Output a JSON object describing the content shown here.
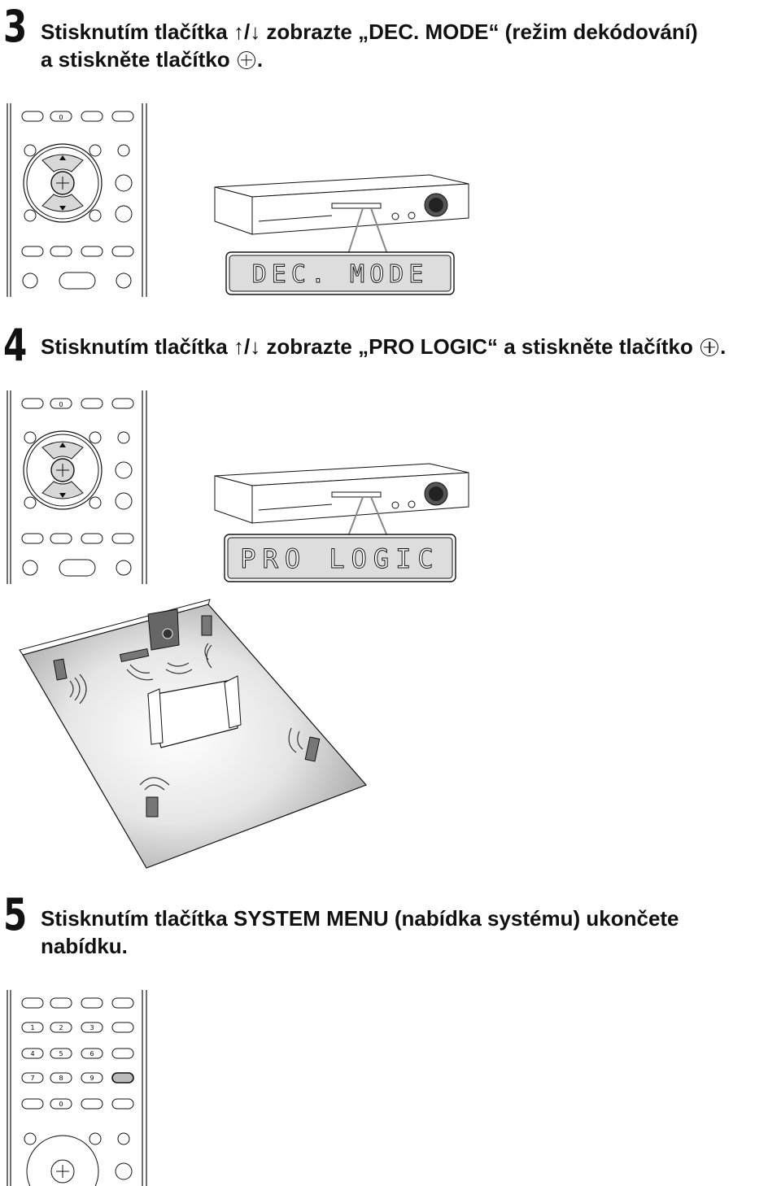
{
  "steps": [
    {
      "number": "3",
      "line1": "Stisknutím tlačítka ",
      "arrows": "↑/↓",
      "line1b": " zobrazte „DEC. MODE“ (režim dekódování)",
      "line2": "a stiskněte tlačítko ",
      "after": "."
    },
    {
      "number": "4",
      "line1": "Stisknutím tlačítka ",
      "arrows": "↑/↓",
      "line1b": " zobrazte „PRO LOGIC“ a stiskněte tlačítko ",
      "after": "."
    },
    {
      "number": "5",
      "line1": "Stisknutím tlačítka SYSTEM MENU (nabídka systému) ukončete",
      "line2": "nabídku."
    }
  ],
  "displays": [
    "DEC. MODE",
    "PRO LOGIC"
  ],
  "remote_labels": {
    "zero": "0",
    "keys": [
      "1",
      "2",
      "3",
      "4",
      "5",
      "6",
      "7",
      "8",
      "9",
      "0"
    ]
  },
  "colors": {
    "ink": "#111111",
    "gray_key": "#d8d8d8",
    "floor": "#bdbdbd"
  },
  "icons": [
    "up-down-arrow-icon",
    "enter-button-icon"
  ]
}
